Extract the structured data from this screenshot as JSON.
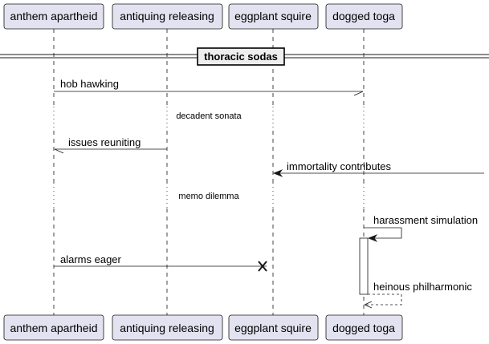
{
  "colors": {
    "participant_fill": "#E2E2F0",
    "participant_stroke": "#181818",
    "line": "#181818",
    "activation_fill": "#FFFFFF"
  },
  "participants": [
    {
      "label": "anthem apartheid"
    },
    {
      "label": "antiquing releasing"
    },
    {
      "label": "eggplant squire"
    },
    {
      "label": "dogged toga"
    }
  ],
  "divider": {
    "label": "thoracic sodas"
  },
  "messages": [
    {
      "label": "hob hawking"
    },
    {
      "label": "issues reuniting"
    },
    {
      "label": "immortality contributes"
    },
    {
      "label": "harassment simulation"
    },
    {
      "label": "alarms eager"
    },
    {
      "label": "heinous philharmonic"
    }
  ],
  "delays": [
    {
      "label": "decadent sonata"
    },
    {
      "label": "memo dilemma"
    }
  ]
}
